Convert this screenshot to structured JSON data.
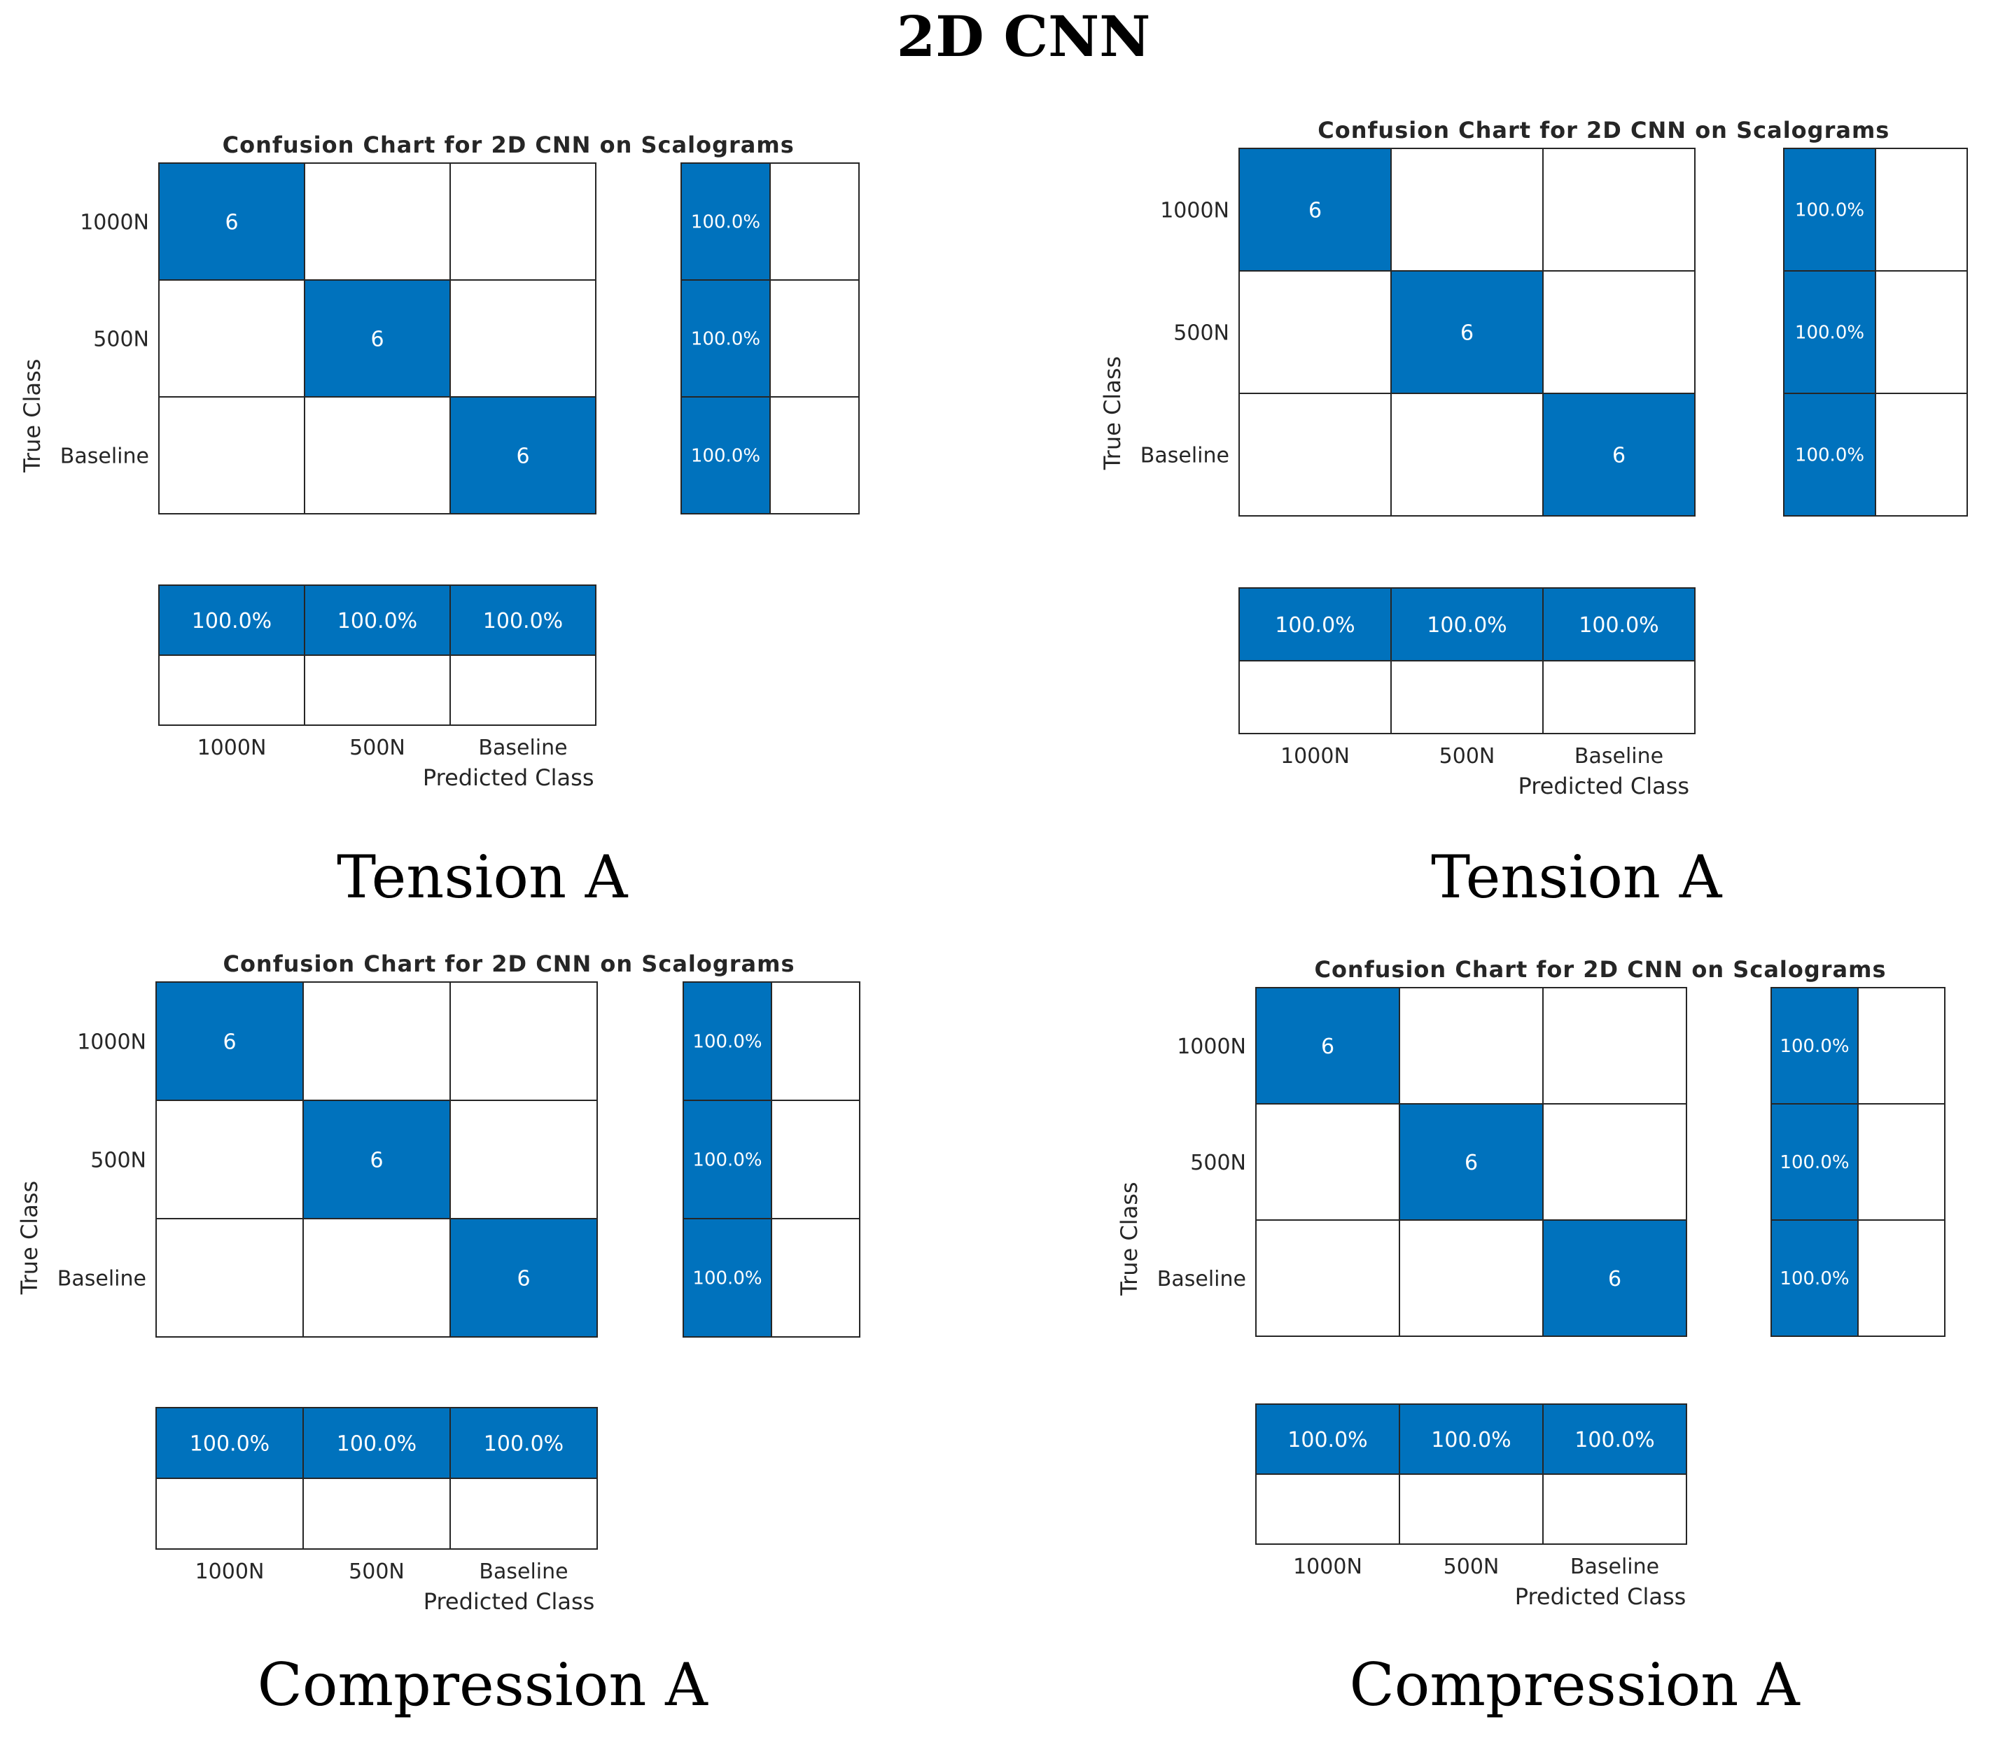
{
  "figure_title": "2D CNN",
  "colors": {
    "filled": "#0072BD",
    "empty": "#ffffff",
    "grid": "#262626",
    "text": "#262626",
    "cell_text": "#ffffff"
  },
  "chart_data": [
    {
      "type": "heatmap",
      "caption": "Tension A",
      "title": "Confusion Chart for 2D CNN on Scalograms",
      "xlabel": "Predicted Class",
      "ylabel": "True Class",
      "classes": [
        "1000N",
        "500N",
        "Baseline"
      ],
      "matrix": [
        [
          6,
          0,
          0
        ],
        [
          0,
          6,
          0
        ],
        [
          0,
          0,
          6
        ]
      ],
      "row_summary": [
        "100.0%",
        "100.0%",
        "100.0%"
      ],
      "column_summary": [
        "100.0%",
        "100.0%",
        "100.0%"
      ]
    },
    {
      "type": "heatmap",
      "caption": "Tension A",
      "title": "Confusion Chart for 2D CNN on Scalograms",
      "xlabel": "Predicted Class",
      "ylabel": "True Class",
      "classes": [
        "1000N",
        "500N",
        "Baseline"
      ],
      "matrix": [
        [
          6,
          0,
          0
        ],
        [
          0,
          6,
          0
        ],
        [
          0,
          0,
          6
        ]
      ],
      "row_summary": [
        "100.0%",
        "100.0%",
        "100.0%"
      ],
      "column_summary": [
        "100.0%",
        "100.0%",
        "100.0%"
      ]
    },
    {
      "type": "heatmap",
      "caption": "Compression A",
      "title": "Confusion Chart for 2D CNN on Scalograms",
      "xlabel": "Predicted Class",
      "ylabel": "True Class",
      "classes": [
        "1000N",
        "500N",
        "Baseline"
      ],
      "matrix": [
        [
          6,
          0,
          0
        ],
        [
          0,
          6,
          0
        ],
        [
          0,
          0,
          6
        ]
      ],
      "row_summary": [
        "100.0%",
        "100.0%",
        "100.0%"
      ],
      "column_summary": [
        "100.0%",
        "100.0%",
        "100.0%"
      ]
    },
    {
      "type": "heatmap",
      "caption": "Compression A",
      "title": "Confusion Chart for 2D CNN on Scalograms",
      "xlabel": "Predicted Class",
      "ylabel": "True Class",
      "classes": [
        "1000N",
        "500N",
        "Baseline"
      ],
      "matrix": [
        [
          6,
          0,
          0
        ],
        [
          0,
          6,
          0
        ],
        [
          0,
          0,
          6
        ]
      ],
      "row_summary": [
        "100.0%",
        "100.0%",
        "100.0%"
      ],
      "column_summary": [
        "100.0%",
        "100.0%",
        "100.0%"
      ]
    }
  ]
}
